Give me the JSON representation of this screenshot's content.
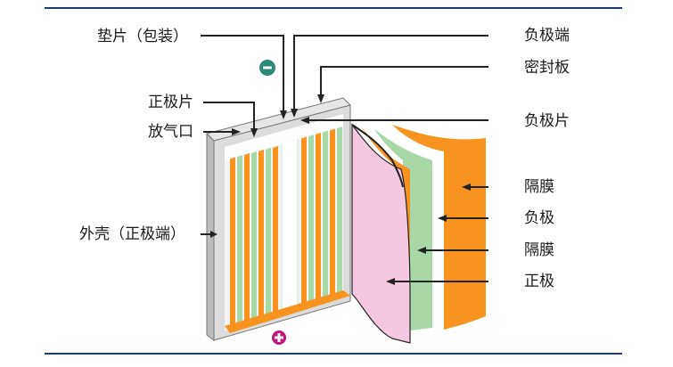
{
  "labels": {
    "gasket": "垫片（包装）",
    "positive_tab": "正极片",
    "vent": "放气口",
    "casing": "外壳（正极端）",
    "negative_terminal": "负极端",
    "seal_plate": "密封板",
    "negative_tab": "负极片",
    "separator_1": "隔膜",
    "negative_electrode": "负极",
    "separator_2": "隔膜",
    "positive_electrode": "正极"
  },
  "symbols": {
    "minus": "−",
    "plus": "+"
  },
  "colors": {
    "rule": "#1f3a6e",
    "orange": "#f7931e",
    "green": "#a8d7a8",
    "pink": "#f6c7e0",
    "gray": "#c9c9c9",
    "teal": "#2a8a78",
    "magenta": "#c2177a"
  }
}
